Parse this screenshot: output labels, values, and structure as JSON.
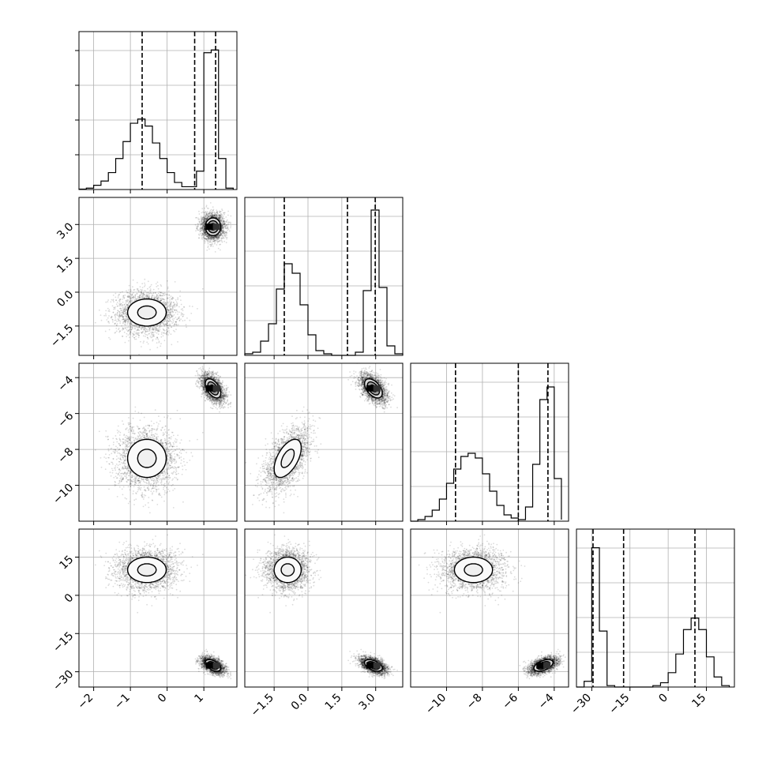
{
  "chart_data": {
    "type": "corner",
    "parameters": [
      {
        "index": 0,
        "range": [
          -2.4,
          1.9
        ],
        "ticks": [
          -2,
          -1,
          0,
          1
        ],
        "tick_labels": [
          "−2",
          "−1",
          "0",
          "1"
        ],
        "quantiles": [
          -0.68,
          0.75,
          1.32
        ],
        "histogram": {
          "bins": [
            -2.4,
            -2.2,
            -2.0,
            -1.8,
            -1.6,
            -1.4,
            -1.2,
            -1.0,
            -0.8,
            -0.6,
            -0.4,
            -0.2,
            0.0,
            0.2,
            0.4,
            0.6,
            0.8,
            1.0,
            1.2,
            1.4,
            1.6,
            1.8
          ],
          "counts": [
            0.003,
            0.01,
            0.03,
            0.06,
            0.12,
            0.22,
            0.34,
            0.47,
            0.5,
            0.45,
            0.33,
            0.22,
            0.12,
            0.05,
            0.02,
            0.02,
            0.13,
            0.97,
            0.99,
            0.22,
            0.01
          ],
          "ymax": 1.12
        }
      },
      {
        "index": 1,
        "range": [
          -2.8,
          4.2
        ],
        "ticks": [
          -1.5,
          0.0,
          1.5,
          3.0
        ],
        "tick_labels": [
          "−1.5",
          "0.0",
          "1.5",
          "3.0"
        ],
        "quantiles": [
          -1.05,
          1.75,
          2.98
        ],
        "histogram": {
          "bins": [
            -2.8,
            -2.45,
            -2.1,
            -1.75,
            -1.4,
            -1.05,
            -0.7,
            -0.35,
            0.0,
            0.35,
            0.7,
            1.05,
            1.4,
            1.75,
            2.1,
            2.45,
            2.8,
            3.15,
            3.5,
            3.85,
            4.2
          ],
          "counts": [
            0.01,
            0.02,
            0.09,
            0.2,
            0.42,
            0.58,
            0.52,
            0.32,
            0.13,
            0.03,
            0.01,
            0.0,
            0.0,
            0.0,
            0.02,
            0.41,
            0.92,
            0.43,
            0.06,
            0.01
          ],
          "ymax": 1.0
        }
      },
      {
        "index": 2,
        "range": [
          -12.0,
          -3.2
        ],
        "ticks": [
          -10,
          -8,
          -6,
          -4
        ],
        "tick_labels": [
          "−10",
          "−8",
          "−6",
          "−4"
        ],
        "quantiles": [
          -9.5,
          -6.0,
          -4.35
        ],
        "histogram": {
          "bins": [
            -12.0,
            -11.6,
            -11.2,
            -10.8,
            -10.4,
            -10.0,
            -9.6,
            -9.2,
            -8.8,
            -8.4,
            -8.0,
            -7.6,
            -7.2,
            -6.8,
            -6.4,
            -6.0,
            -5.6,
            -5.2,
            -4.8,
            -4.4,
            -4.0,
            -3.6
          ],
          "counts": [
            0.0,
            0.01,
            0.03,
            0.07,
            0.14,
            0.24,
            0.33,
            0.41,
            0.43,
            0.4,
            0.3,
            0.19,
            0.1,
            0.04,
            0.02,
            0.01,
            0.09,
            0.36,
            0.77,
            0.85,
            0.27,
            0.01
          ],
          "ymax": 1.0
        }
      },
      {
        "index": 3,
        "range": [
          -36,
          26
        ],
        "ticks": [
          -30,
          -15,
          0,
          15
        ],
        "tick_labels": [
          "−30",
          "−15",
          "0",
          "15"
        ],
        "quantiles": [
          -29.5,
          -17.5,
          10.5
        ],
        "histogram": {
          "bins": [
            -36,
            -33,
            -30,
            -27,
            -24,
            -21,
            -18,
            -15,
            -12,
            -9,
            -6,
            -3,
            0,
            3,
            6,
            9,
            12,
            15,
            18,
            21,
            24
          ],
          "counts": [
            0.0,
            0.04,
            0.97,
            0.39,
            0.01,
            0.0,
            0.0,
            0.0,
            0.0,
            0.0,
            0.01,
            0.03,
            0.1,
            0.23,
            0.4,
            0.48,
            0.4,
            0.21,
            0.07,
            0.01
          ],
          "ymax": 1.1
        }
      }
    ],
    "clusters": [
      {
        "weight": 0.45,
        "mean": [
          -0.55,
          -0.9,
          -8.5,
          10.0
        ],
        "sd": [
          0.42,
          0.48,
          0.85,
          4.0
        ],
        "corr": [
          [
            1,
            0,
            0,
            0
          ],
          [
            0,
            1,
            0.55,
            0
          ],
          [
            0,
            0.55,
            1,
            0
          ],
          [
            0,
            0,
            0,
            1
          ]
        ]
      },
      {
        "weight": 0.55,
        "mean": [
          1.25,
          2.9,
          -4.6,
          -27.5
        ],
        "sd": [
          0.15,
          0.28,
          0.38,
          1.6
        ],
        "corr": [
          [
            1,
            0,
            -0.5,
            -0.5
          ],
          [
            0,
            1,
            -0.5,
            -0.5
          ],
          [
            -0.5,
            -0.5,
            1,
            0.5
          ],
          [
            -0.5,
            -0.5,
            0.5,
            1
          ]
        ]
      }
    ],
    "grid": true
  }
}
